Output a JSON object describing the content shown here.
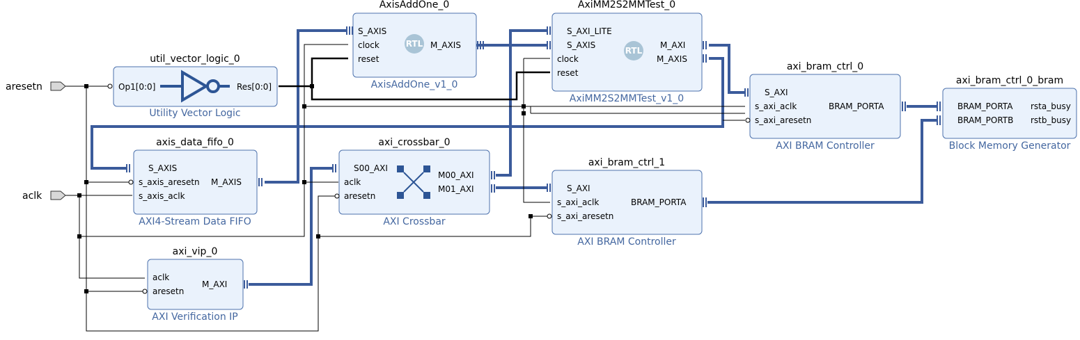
{
  "external_ports": {
    "aresetn": "aresetn",
    "aclk": "aclk"
  },
  "blocks": {
    "util_vector_logic": {
      "instance": "util_vector_logic_0",
      "type": "Utility Vector Logic",
      "in": "Op1[0:0]",
      "out": "Res[0:0]"
    },
    "axis_add_one": {
      "instance": "AxisAddOne_0",
      "type": "AxisAddOne_v1_0",
      "ports": [
        "S_AXIS",
        "clock",
        "reset",
        "M_AXIS"
      ],
      "badge": "RTL"
    },
    "axi_mm2s2mm": {
      "instance": "AxiMM2S2MMTest_0",
      "type": "AxiMM2S2MMTest_v1_0",
      "ports": [
        "S_AXI_LITE",
        "S_AXIS",
        "clock",
        "reset",
        "M_AXI",
        "M_AXIS"
      ],
      "badge": "RTL"
    },
    "axi_bram_ctrl_0": {
      "instance": "axi_bram_ctrl_0",
      "type": "AXI BRAM Controller",
      "ports": [
        "S_AXI",
        "s_axi_aclk",
        "s_axi_aresetn",
        "BRAM_PORTA"
      ]
    },
    "bram": {
      "instance": "axi_bram_ctrl_0_bram",
      "type": "Block Memory Generator",
      "ports": [
        "BRAM_PORTA",
        "BRAM_PORTB",
        "rsta_busy",
        "rstb_busy"
      ]
    },
    "axis_data_fifo": {
      "instance": "axis_data_fifo_0",
      "type": "AXI4-Stream Data FIFO",
      "ports": [
        "S_AXIS",
        "s_axis_aresetn",
        "s_axis_aclk",
        "M_AXIS"
      ]
    },
    "axi_crossbar": {
      "instance": "axi_crossbar_0",
      "type": "AXI Crossbar",
      "ports": [
        "S00_AXI",
        "aclk",
        "aresetn",
        "M00_AXI",
        "M01_AXI"
      ]
    },
    "axi_bram_ctrl_1": {
      "instance": "axi_bram_ctrl_1",
      "type": "AXI BRAM Controller",
      "ports": [
        "S_AXI",
        "s_axi_aclk",
        "s_axi_aresetn",
        "BRAM_PORTA"
      ]
    },
    "axi_vip": {
      "instance": "axi_vip_0",
      "type": "AXI Verification IP",
      "ports": [
        "aclk",
        "aresetn",
        "M_AXI"
      ]
    }
  },
  "colors": {
    "block_fill": "#eaf2fc",
    "block_border": "#4d72ad",
    "bus": "#3b5b9b",
    "type_label": "#4467a0",
    "rtl_badge": "#a9c4d6"
  }
}
